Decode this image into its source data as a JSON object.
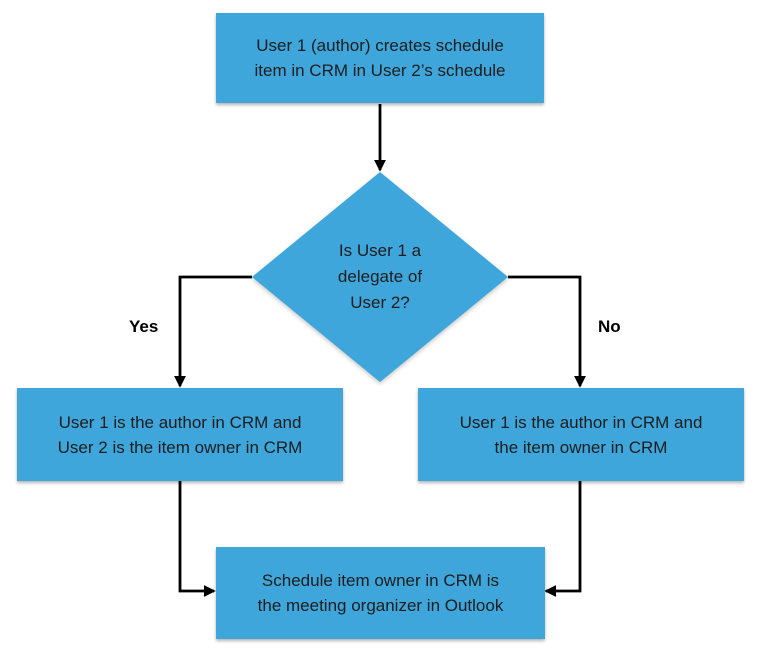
{
  "theme": {
    "canvas_bg": "#ffffff",
    "node_fill": "#3EA6DB",
    "node_text": "#1d1d1d",
    "line_color": "#000000",
    "label_color": "#000000"
  },
  "nodes": {
    "start": {
      "label": "User 1 (author) creates schedule\nitem in CRM in User 2’s schedule"
    },
    "decision": {
      "label": "Is User 1 a\ndelegate of\nUser 2?"
    },
    "yes_outcome": {
      "label": "User 1 is the author in CRM and\nUser 2 is the item owner in CRM"
    },
    "no_outcome": {
      "label": "User 1 is the author in CRM and\nthe item owner in CRM"
    },
    "end": {
      "label": "Schedule item owner in CRM is\nthe meeting organizer in Outlook"
    }
  },
  "edges": {
    "yes_label": "Yes",
    "no_label": "No"
  }
}
